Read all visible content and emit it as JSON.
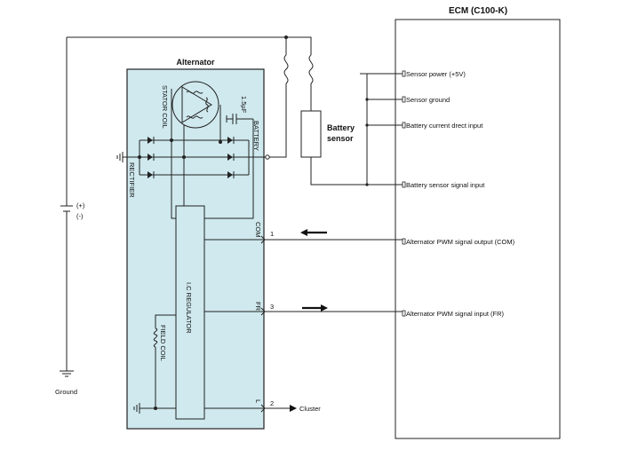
{
  "ecm": {
    "title": "ECM (C100-K)"
  },
  "alternator": {
    "title": "Alternator"
  },
  "battery_sensor": {
    "line1": "Battery",
    "line2": "sensor"
  },
  "labels": {
    "stator_coil": "STATOR COIL",
    "rectifier": "RECTIFIER",
    "capacitor": "1.5µF",
    "battery": "BATTERY",
    "ic_regulator": "I.C REGULATOR",
    "field_coil": "FIELD COIL",
    "com": "COM",
    "fr": "FR",
    "l": "L",
    "ground": "Ground",
    "plus": "(+)",
    "minus": "(-)",
    "cluster": "Cluster"
  },
  "pins": {
    "com": "1",
    "fr": "3",
    "l": "2"
  },
  "ecm_inputs": [
    "Sensor power (+5V)",
    "Sensor ground",
    "Battery current drect input",
    "Battery sensor signal input",
    "Alternator PWM signal output (COM)",
    "Alternator PWM signal input (FR)"
  ]
}
